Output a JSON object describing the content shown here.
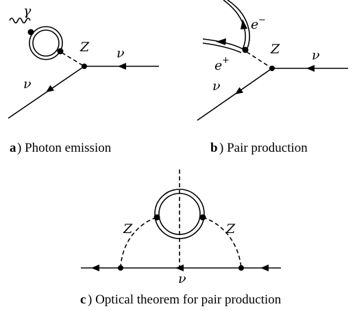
{
  "panel_a": {
    "photon_label": "γ",
    "z_label": "Z",
    "nu_right_label": "ν",
    "nu_left_label": "ν",
    "caption_letter": "a",
    "caption_text": ") Photon emission"
  },
  "panel_b": {
    "e_minus_label": "e",
    "e_minus_sup": "−",
    "e_plus_label": "e",
    "e_plus_sup": "+",
    "z_label": "Z",
    "nu_right_label": "ν",
    "nu_left_label": "ν",
    "caption_letter": "b",
    "caption_text": ") Pair production"
  },
  "panel_c": {
    "z_left_label": "Z",
    "z_right_label": "Z",
    "nu_label": "ν",
    "caption_letter": "c",
    "caption_text": ") Optical theorem for pair production"
  }
}
